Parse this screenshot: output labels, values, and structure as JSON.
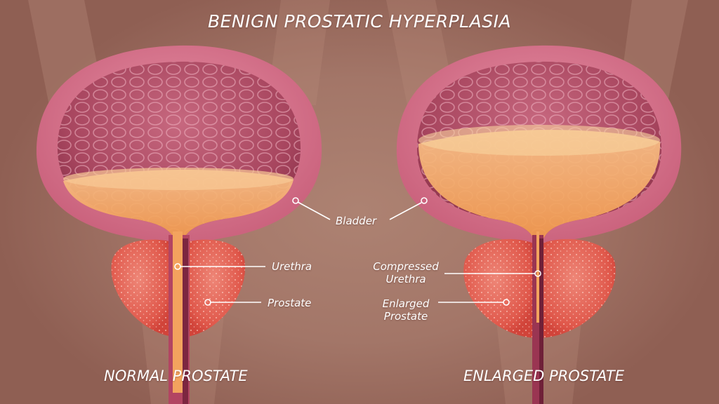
{
  "title": "BENIGN PROSTATIC HYPERPLASIA",
  "panels": [
    {
      "caption": "NORMAL PROSTATE",
      "labels": {
        "urethra": "Urethra",
        "prostate": "Prostate"
      }
    },
    {
      "caption": "ENLARGED PROSTATE",
      "labels": {
        "urethra": "Compressed\nUrethra",
        "urethra_line1": "Compressed",
        "urethra_line2": "Urethra",
        "prostate_line1": "Enlarged",
        "prostate_line2": "Prostate"
      }
    }
  ],
  "shared_labels": {
    "bladder": "Bladder"
  },
  "colors": {
    "background": "#a37668",
    "bladder_wall": "#d9788f",
    "bladder_inner": "#b5546b",
    "urine": "#f4a55a",
    "prostate": "#e0564a",
    "urethra": "#8c2f46",
    "label_text": "#ffffff"
  }
}
